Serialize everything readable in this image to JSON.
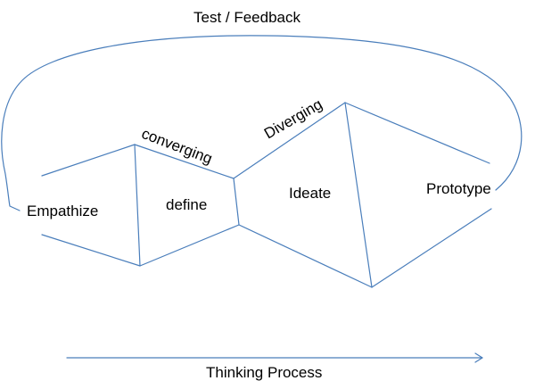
{
  "title": "Test  / Feedback",
  "stages": {
    "empathize": "Empathize",
    "define": "define",
    "ideate": "Ideate",
    "prototype": "Prototype"
  },
  "phases": {
    "converging": "converging",
    "diverging": "Diverging"
  },
  "axis_label": "Thinking Process",
  "colors": {
    "line": "#4a7ebb",
    "text": "#000000",
    "background": "#ffffff"
  }
}
